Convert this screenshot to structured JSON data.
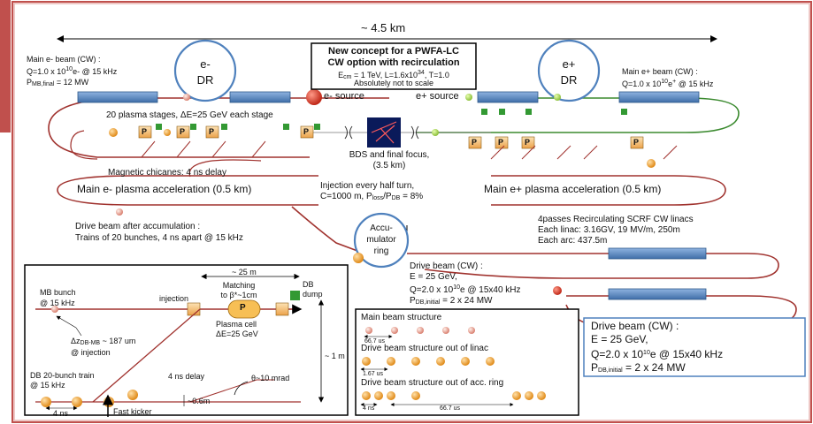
{
  "title": {
    "line1": "New concept for a PWFA-LC",
    "line2": "CW option with recirculation",
    "line3": "E",
    "line3_sub": "cm",
    "line3_rest": " = 1 TeV, L=1.6x10",
    "line3_sup": "34",
    "line3_end": ", T=1.0",
    "line4": "Absolutely not to scale"
  },
  "length_top": "~ 4.5 km",
  "rings": {
    "e_dr": {
      "l1": "e-",
      "l2": "DR"
    },
    "p_dr": {
      "l1": "e+",
      "l2": "DR"
    },
    "acc": {
      "l1": "Accu-",
      "l2": "mulator",
      "l3": "ring"
    }
  },
  "main_e_beam": {
    "l1": "Main e- beam (CW) :",
    "l2a": "Q=1.0 x 10",
    "l2sup": "10",
    "l2b": "e- @ 15 kHz",
    "l3a": "P",
    "l3sub": "MB,final",
    "l3b": " = 12 MW"
  },
  "main_p_beam": {
    "l1": "Main e+ beam (CW) :",
    "l2a": "Q=1.0 x 10",
    "l2sup": "10",
    "l2b": "e",
    "l2sup2": "+",
    "l2c": " @ 15 kHz"
  },
  "sources": {
    "e": "e- source",
    "p": "e+ source"
  },
  "plasma_stages": "20 plasma stages, ΔE=25 GeV each stage",
  "stage_label": "P",
  "bds": {
    "l1": "BDS and final focus,",
    "l2": "(3.5 km)"
  },
  "chicanes": "Magnetic chicanes: 4 ns delay",
  "main_e_acc": "Main e- plasma acceleration (0.5 km)",
  "main_p_acc": "Main e+ plasma acceleration (0.5 km)",
  "injection": {
    "l1": "Injection every half turn,",
    "l2": "C=1000 m, P",
    "l2sub": "loss",
    "l2b": "/P",
    "l2sub2": "DB",
    "l2c": " = 8%"
  },
  "drive_after": {
    "l1": "Drive beam after accumulation :",
    "l2": "Trains of 20 bunches, 4 ns apart @ 15 kHz"
  },
  "linacs": {
    "l1": "4passes Recirculating SCRF CW linacs",
    "l2": "Each linac: 3.16GV, 19 MV/m,  250m",
    "l3": "Each arc: 437.5m"
  },
  "drive_beam_mid": {
    "l1": "Drive beam (CW) :",
    "l2": "E = 25 GeV,",
    "l3a": "Q=2.0 x 10",
    "l3sup": "10",
    "l3b": "e @ 15x40 kHz",
    "l4a": "P",
    "l4sub": "DB,initial",
    "l4b": " = 2 x 24 MW"
  },
  "drive_beam_box": {
    "l1": "Drive beam (CW) :",
    "l2": "E = 25 GeV,",
    "l3a": "Q=2.0 x 10",
    "l3sup": "10",
    "l3b": "e @ 15x40 kHz",
    "l4a": "P",
    "l4sub": "DB,initial",
    "l4b": " = 2 x 24 MW"
  },
  "inset": {
    "len": "~ 25 m",
    "mb": {
      "l1": "MB bunch",
      "l2": "@ 15 kHz"
    },
    "injection": "injection",
    "matching": {
      "l1": "Matching",
      "l2": "to β*~1cm"
    },
    "db_dump": {
      "l1": "DB",
      "l2": "dump"
    },
    "p": "P",
    "cell": {
      "l1": "Plasma cell",
      "l2": "ΔE=25 GeV"
    },
    "dz": {
      "l1a": "Δz",
      "l1sub": "DB-MB",
      "l1b": " ~ 187 um",
      "l2": "@ injection"
    },
    "height": "~ 1 m",
    "train": {
      "l1": "DB 20-bunch train",
      "l2": "@ 15 kHz"
    },
    "delay": "4 ns delay",
    "theta": "θ~10 mrad",
    "ns4": "4 ns",
    "kicker": "Fast kicker",
    "m06": "~0.6m"
  },
  "structure": {
    "main": "Main beam structure",
    "main_t": "66.7 us",
    "linac": "Drive beam structure out of linac",
    "linac_t": "1.67 us",
    "acc": "Drive beam structure out of acc. ring",
    "acc_t1": "4 ns",
    "acc_t2": "66.7 us"
  },
  "colors": {
    "frame": "#c0504d",
    "red_line": "#a0322e",
    "green_line": "#3b8a2f",
    "bar_blue": "#4f81bd",
    "stage_orange": "#f5b963",
    "green_sq": "#339933",
    "ring_blue": "#4f81bd",
    "source_red": "#d9403a",
    "bunch_orange": "#f0a030",
    "bunch_pink": "#e89c90"
  }
}
